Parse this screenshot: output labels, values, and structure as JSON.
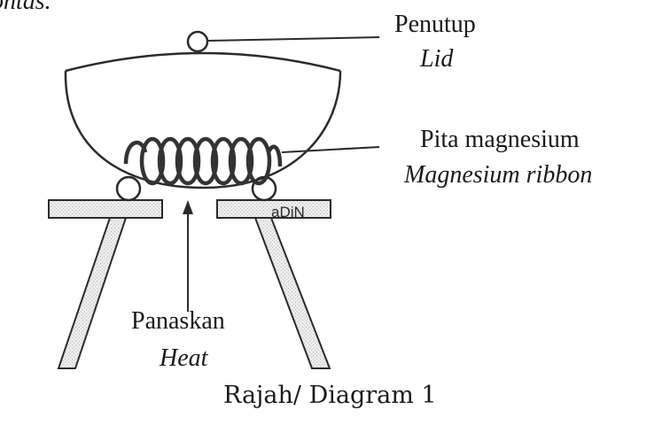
{
  "fragment_top_left": "ontas.",
  "labels": {
    "lid_ms": "Penutup",
    "lid_en": "Lid",
    "ribbon_ms": "Pita magnesium",
    "ribbon_en": "Magnesium ribbon",
    "heat_ms": "Panaskan",
    "heat_en": "Heat"
  },
  "watermark": "aDiN",
  "caption": "Rajah/ Diagram 1"
}
